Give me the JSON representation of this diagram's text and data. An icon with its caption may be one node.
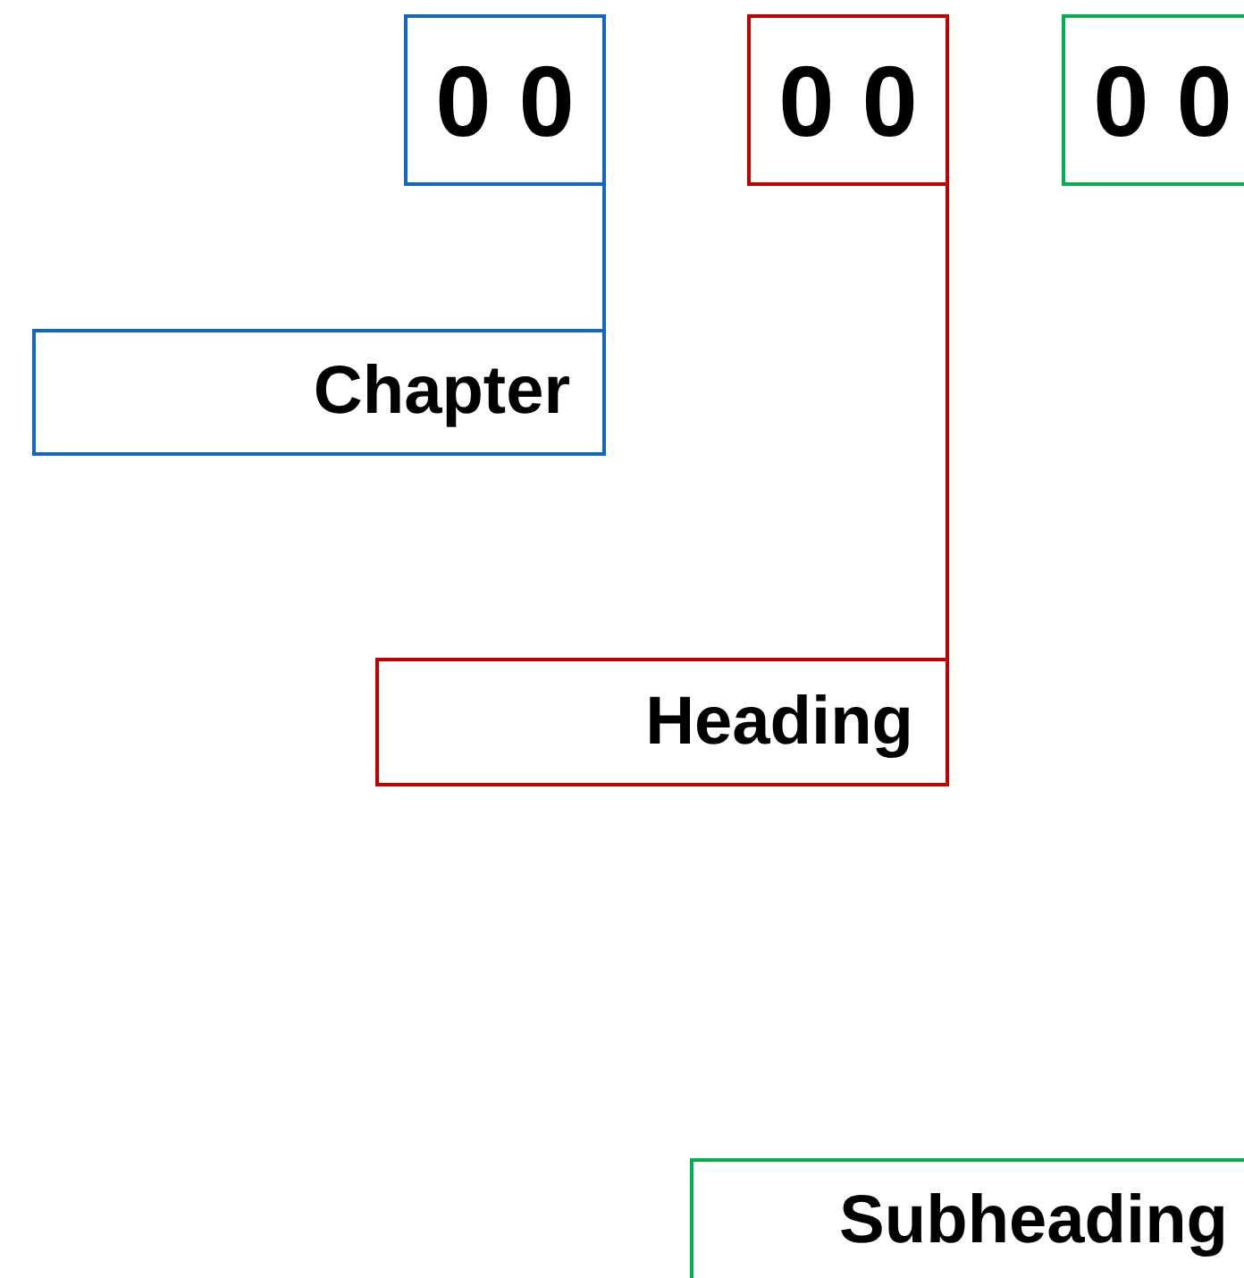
{
  "diagram": {
    "nodes": [
      {
        "text": [
          "0 0"
        ]
      },
      {
        "text": [
          "0 0"
        ]
      },
      {
        "text": [
          "0 0"
        ]
      },
      {
        "text": [
          "Chapter"
        ]
      },
      {
        "text": [
          "Heading"
        ]
      },
      {
        "text": [
          "Subheading"
        ]
      }
    ],
    "edges": [
      {
        "from": 0,
        "to": 3,
        "arrow": "none",
        "color": "#1565c0"
      },
      {
        "from": 1,
        "to": 4,
        "arrow": "none",
        "color": "#c00000"
      }
    ]
  }
}
